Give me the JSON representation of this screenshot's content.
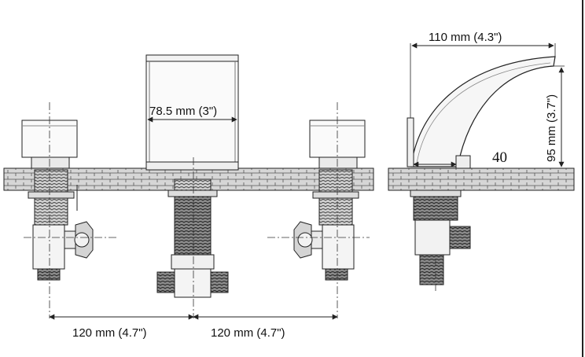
{
  "dimensions": {
    "spout_width": "78.5 mm (3\")",
    "left_spacing": "120 mm (4.7\")",
    "right_spacing": "120 mm (4.7\")",
    "side_depth": "110 mm (4.3\")",
    "side_height": "95 mm (3.7\")",
    "side_small": "40"
  },
  "colors": {
    "line": "#222222",
    "fill_light": "#f4f4f4",
    "fill_mid": "#d8d8d8",
    "fill_dark": "#4a4a4a"
  }
}
